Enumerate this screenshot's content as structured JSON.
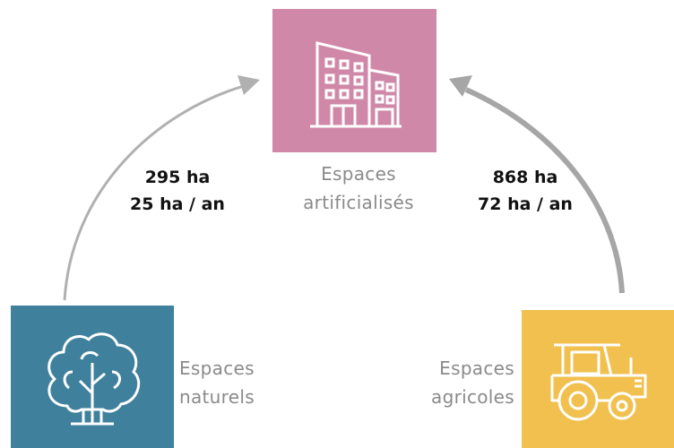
{
  "nodes": {
    "artificial": {
      "label_line1": "Espaces",
      "label_line2": "artificialisés",
      "color": "#d088a8",
      "icon": "buildings-icon"
    },
    "natural": {
      "label_line1": "Espaces",
      "label_line2": "naturels",
      "color": "#3f809d",
      "icon": "tree-icon"
    },
    "agricultural": {
      "label_line1": "Espaces",
      "label_line2": "agricoles",
      "color": "#f1c04e",
      "icon": "tractor-icon"
    }
  },
  "flows": {
    "natural_to_artificial": {
      "total": "295 ha",
      "per_year": "25 ha / an",
      "arrow_color": "#b0b0b0"
    },
    "agricultural_to_artificial": {
      "total": "868 ha",
      "per_year": "72 ha / an",
      "arrow_color": "#a6a6a6"
    }
  }
}
